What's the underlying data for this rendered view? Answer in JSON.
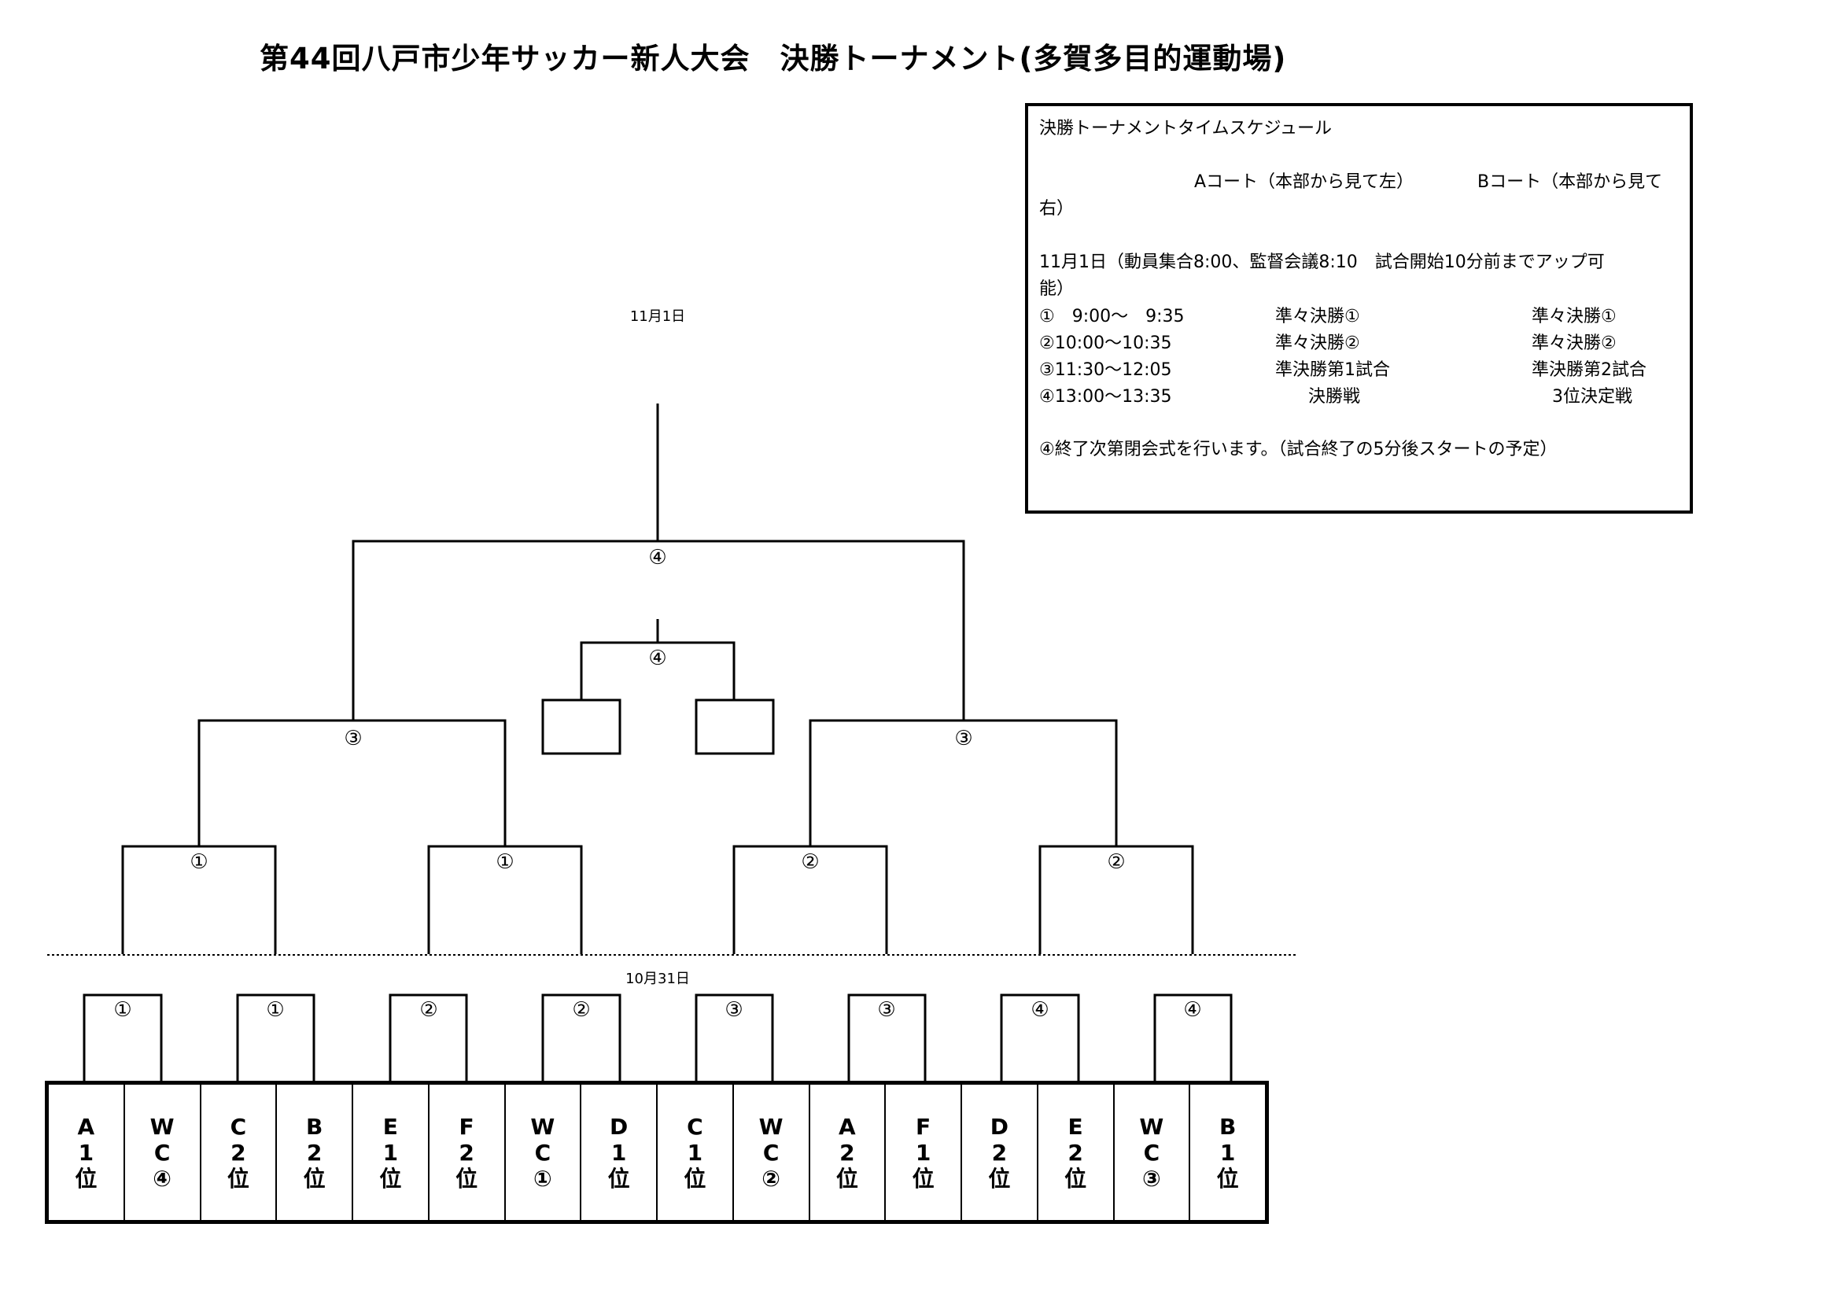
{
  "title": "第44回八戸市少年サッカー新人大会　決勝トーナメント(多賀多目的運動場)",
  "schedule": {
    "heading": "決勝トーナメントタイムスケジュール",
    "court_a": "Aコート（本部から見て左）",
    "court_b": "Bコート（本部から見て",
    "court_b_wrap": "右）",
    "day_info": "11月1日（動員集合8:00、監督会議8:10　試合開始10分前までアップ可",
    "day_info_wrap": "能）",
    "slots": [
      {
        "time": "①　9:00〜　9:35",
        "a": "準々決勝①",
        "b": "準々決勝①"
      },
      {
        "time": "②10:00〜10:35",
        "a": "準々決勝②",
        "b": "準々決勝②"
      },
      {
        "time": "③11:30〜12:05",
        "a": "準決勝第1試合",
        "b": "準決勝第2試合"
      },
      {
        "time": "④13:00〜13:35",
        "a": "決勝戦",
        "b": "3位決定戦"
      }
    ],
    "note": "④終了次第閉会式を行います。（試合終了の5分後スタートの予定）"
  },
  "dates": {
    "day2": "11月1日",
    "day1": "10月31日"
  },
  "bracket": {
    "final_label": "④",
    "third_place_label": "④",
    "semifinal_labels": [
      "③",
      "③"
    ],
    "quarterfinal_labels": [
      "①",
      "①",
      "②",
      "②"
    ],
    "round1_labels": [
      "①",
      "①",
      "②",
      "②",
      "③",
      "③",
      "④",
      "④"
    ]
  },
  "teams": [
    [
      "A",
      "1",
      "位"
    ],
    [
      "W",
      "C",
      "④"
    ],
    [
      "C",
      "2",
      "位"
    ],
    [
      "B",
      "2",
      "位"
    ],
    [
      "E",
      "1",
      "位"
    ],
    [
      "F",
      "2",
      "位"
    ],
    [
      "W",
      "C",
      "①"
    ],
    [
      "D",
      "1",
      "位"
    ],
    [
      "C",
      "1",
      "位"
    ],
    [
      "W",
      "C",
      "②"
    ],
    [
      "A",
      "2",
      "位"
    ],
    [
      "F",
      "1",
      "位"
    ],
    [
      "D",
      "2",
      "位"
    ],
    [
      "E",
      "2",
      "位"
    ],
    [
      "W",
      "C",
      "③"
    ],
    [
      "B",
      "1",
      "位"
    ]
  ]
}
